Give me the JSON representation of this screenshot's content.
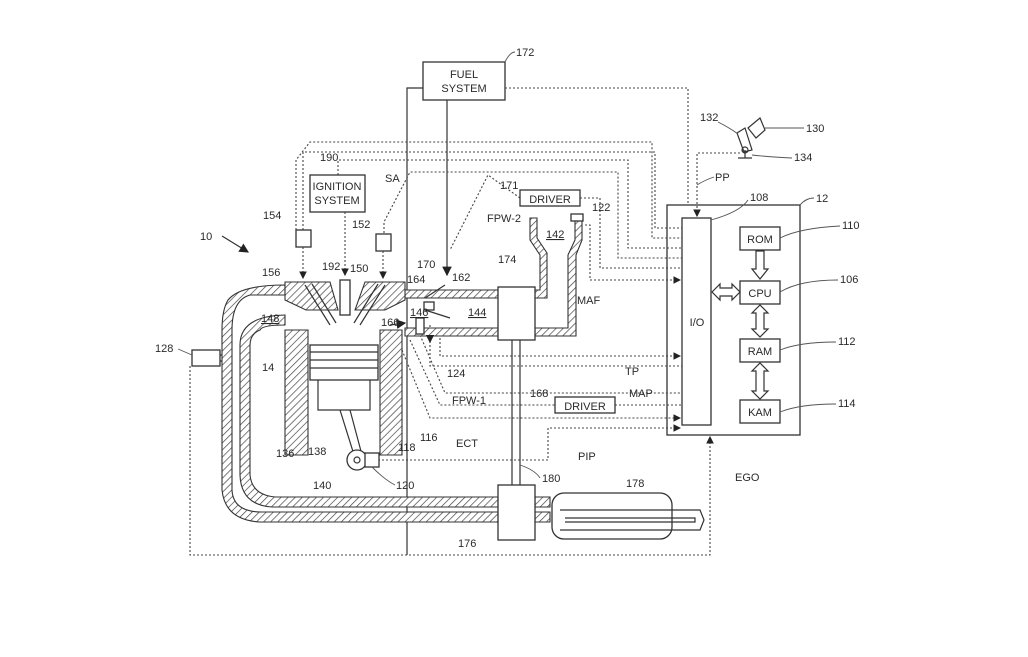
{
  "blocks": {
    "fuel_system": [
      "FUEL",
      "SYSTEM"
    ],
    "ignition_system": [
      "IGNITION",
      "SYSTEM"
    ],
    "driver_upper": "DRIVER",
    "driver_lower": "DRIVER",
    "io": "I/O",
    "rom": "ROM",
    "cpu": "CPU",
    "ram": "RAM",
    "kam": "KAM"
  },
  "signals": {
    "sa": "SA",
    "fpw2": "FPW-2",
    "fpw1": "FPW-1",
    "maf": "MAF",
    "tp": "TP",
    "map": "MAP",
    "ect": "ECT",
    "pip": "PIP",
    "pp": "PP",
    "ego": "EGO"
  },
  "refs": {
    "r10": "10",
    "r12": "12",
    "r14": "14",
    "r106": "106",
    "r108": "108",
    "r110": "110",
    "r112": "112",
    "r114": "114",
    "r116": "116",
    "r118": "118",
    "r120": "120",
    "r122": "122",
    "r124": "124",
    "r128": "128",
    "r130": "130",
    "r132": "132",
    "r134": "134",
    "r136": "136",
    "r138": "138",
    "r140": "140",
    "r142": "142",
    "r144": "144",
    "r146": "146",
    "r148": "148",
    "r150": "150",
    "r152": "152",
    "r154": "154",
    "r156": "156",
    "r162": "162",
    "r164": "164",
    "r166": "166",
    "r168": "168",
    "r170": "170",
    "r171": "171",
    "r172": "172",
    "r174": "174",
    "r176": "176",
    "r178": "178",
    "r180": "180",
    "r190": "190",
    "r192": "192"
  }
}
